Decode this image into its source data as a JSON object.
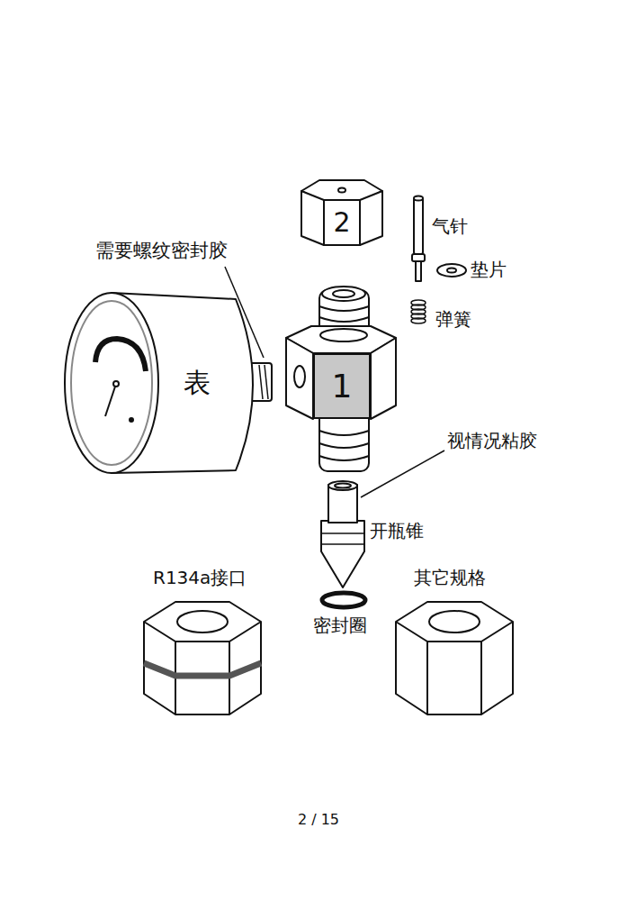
{
  "diagram": {
    "nodes": [
      {
        "text": [
          "表"
        ]
      },
      {
        "text": [
          "2"
        ]
      },
      {
        "text": [
          "1"
        ]
      }
    ],
    "labels": [
      "需要螺纹密封胶",
      "气针",
      "垫片",
      "弹簧",
      "视情况粘胶",
      "开瓶锥",
      "密封圈",
      "R134a接口",
      "其它规格",
      "2 / 15"
    ]
  }
}
